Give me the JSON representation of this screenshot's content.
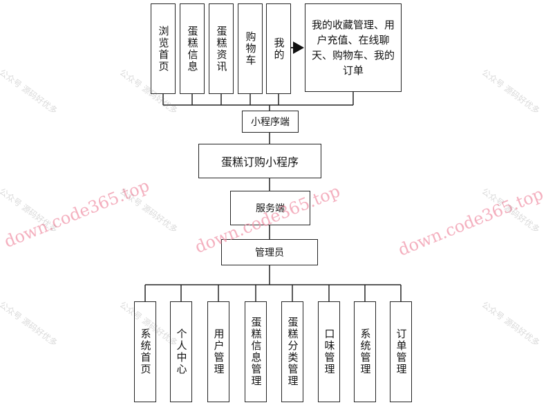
{
  "top_modules": [
    "浏览首页",
    "蛋糕信息",
    "蛋糕资讯",
    "购物车",
    "我的"
  ],
  "my_features": "我的收藏管理、用户充值、在线聊天、购物车、我的订单",
  "miniprogram_end": "小程序端",
  "system_title": "蛋糕订购小程序",
  "server_end": "服务端",
  "admin": "管理员",
  "admin_modules": [
    "系统首页",
    "个人中心",
    "用户管理",
    "蛋糕信息管理",
    "蛋糕分类管理",
    "口味管理",
    "系统管理",
    "订单管理"
  ],
  "watermark": {
    "site": "down.code365.top",
    "account": "公众号 源码好优多"
  },
  "colors": {
    "line": "#222222",
    "watermark": "#f096aa"
  }
}
